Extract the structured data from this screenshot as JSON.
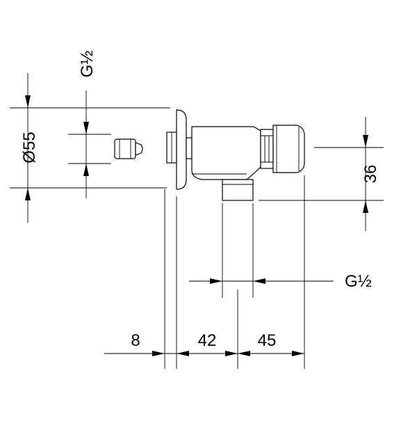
{
  "dimensions": {
    "thread_top": "G½",
    "diameter": "Ø55",
    "height": "36",
    "thread_bottom": "G½",
    "d_left": "8",
    "d_mid": "42",
    "d_right": "45"
  }
}
